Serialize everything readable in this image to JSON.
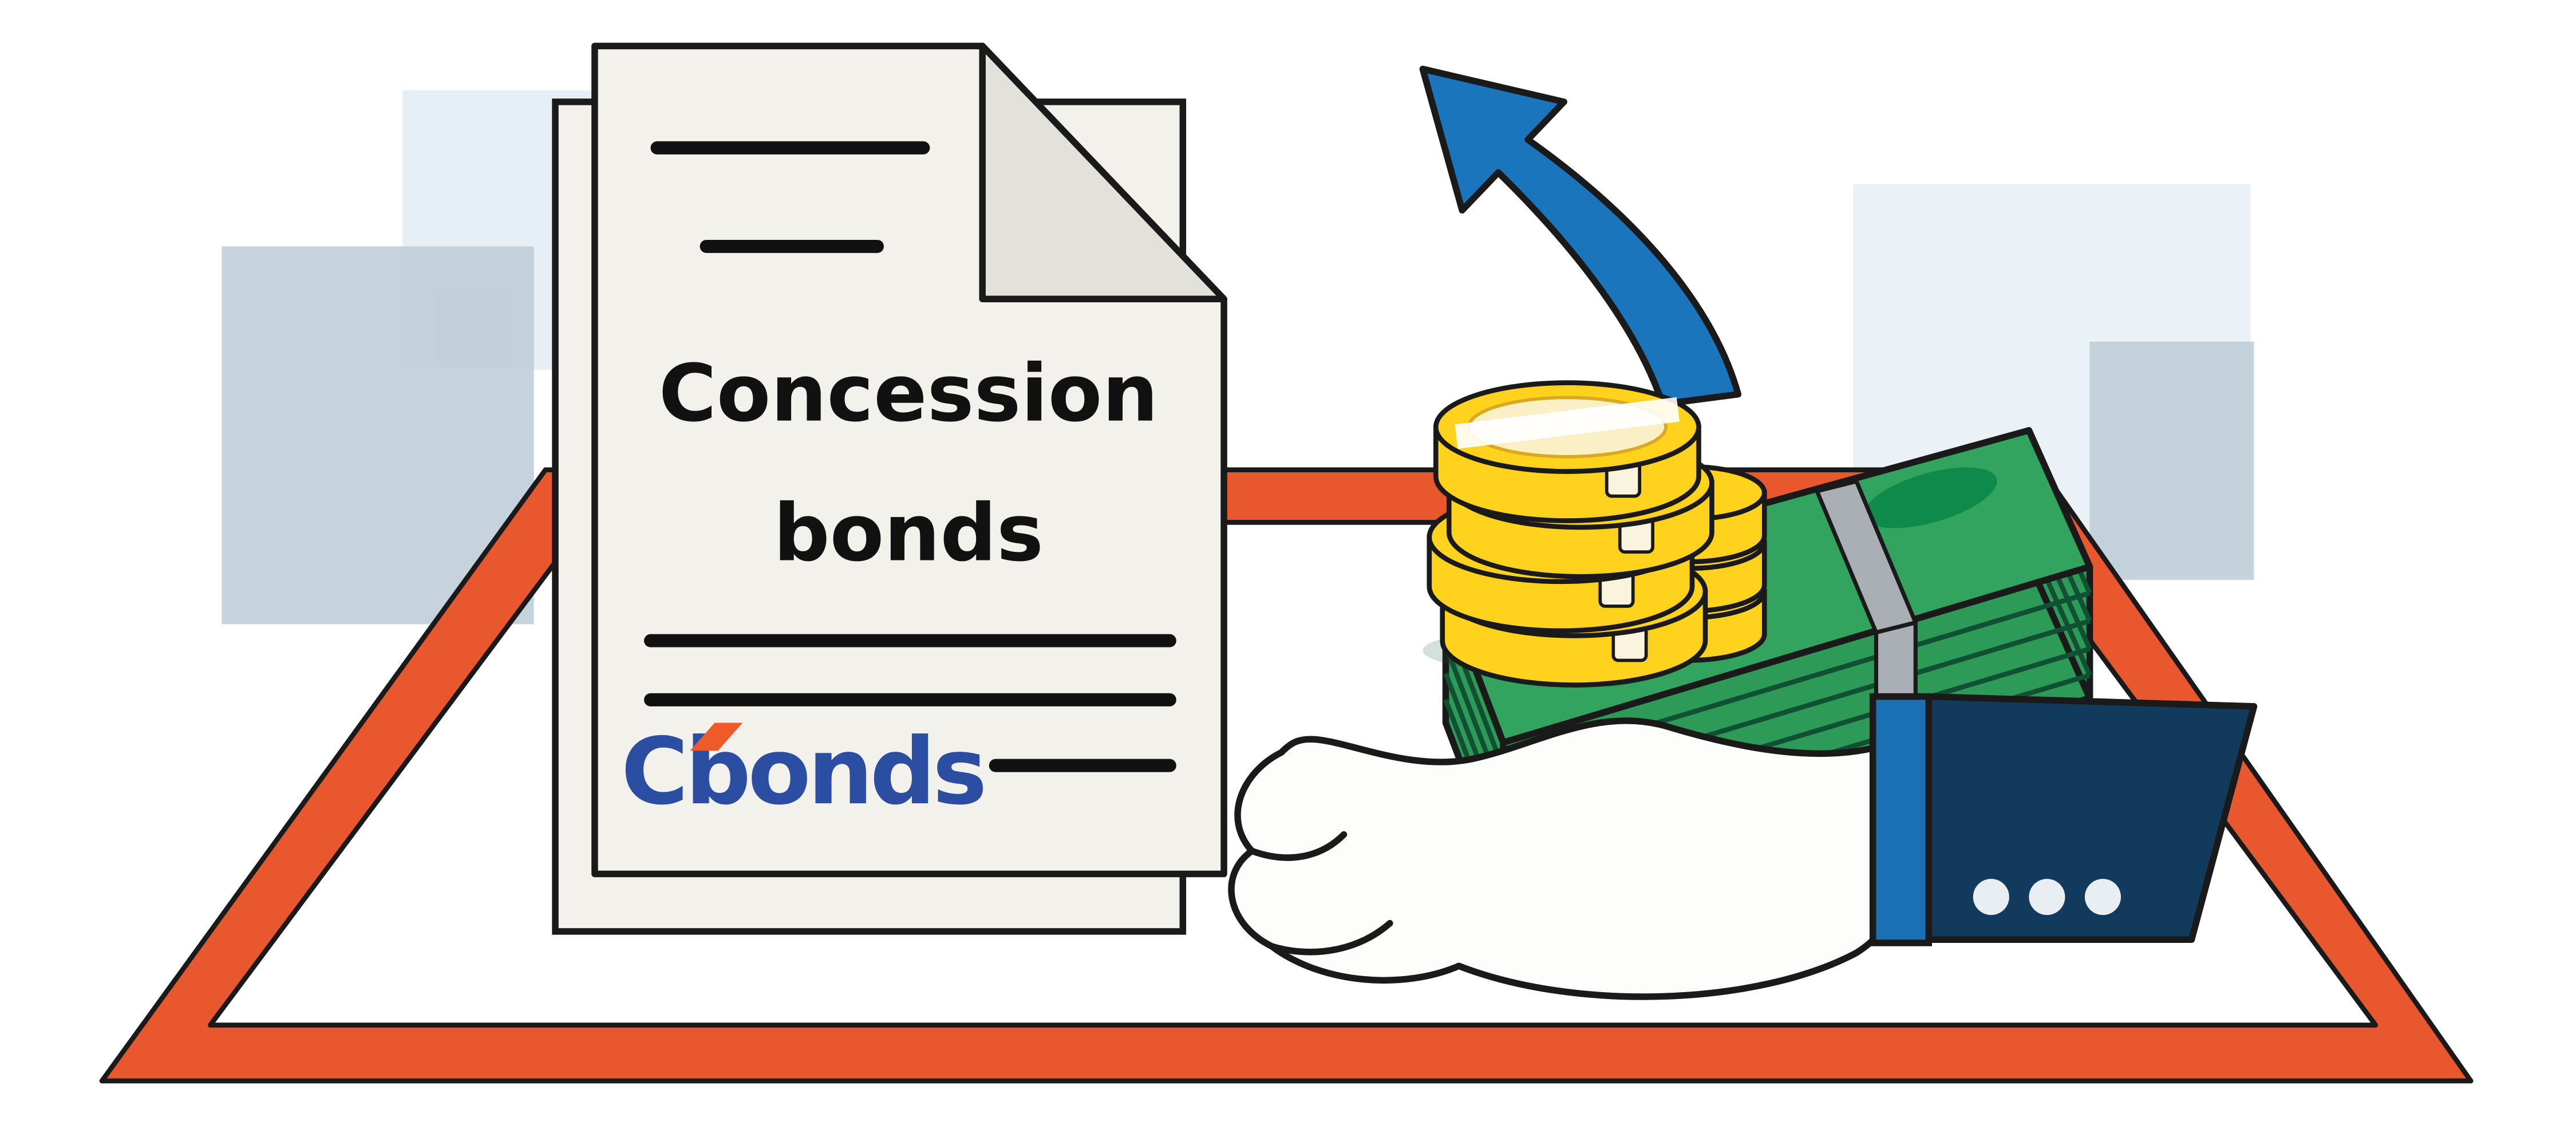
{
  "illustration": {
    "title_line1": "Concession",
    "title_line2": "bonds",
    "logo_text": "Cbonds"
  },
  "colors": {
    "background": "#FFFFFF",
    "outline": "#1A1A1A",
    "frame_orange": "#E8572E",
    "paper": "#F2F1EB",
    "paper_fold": "#E3E2DA",
    "title_ink": "#111111",
    "logo_blue": "#2B4EA2",
    "logo_orange": "#F05A28",
    "bill_green": "#33A45F",
    "bill_green_side": "#2E9A57",
    "bill_line": "#0F5132",
    "bill_dark_green": "#0E8A4A",
    "coin_gold": "#FFD21E",
    "coin_face": "#FBEFC6",
    "coin_stripe": "#FAF4DF",
    "stripe_white": "#FFFFFF",
    "arrow_blue": "#1B75BC",
    "hand_white": "#FDFDFB",
    "sleeve_navy": "#123A5C",
    "cuff_blue": "#1B6FB5",
    "strap_gray": "#A9AFB5",
    "button_white": "#E9EEF3",
    "bg_square_light": "#DCE9F2",
    "bg_square_gray": "#BCCBD6"
  }
}
